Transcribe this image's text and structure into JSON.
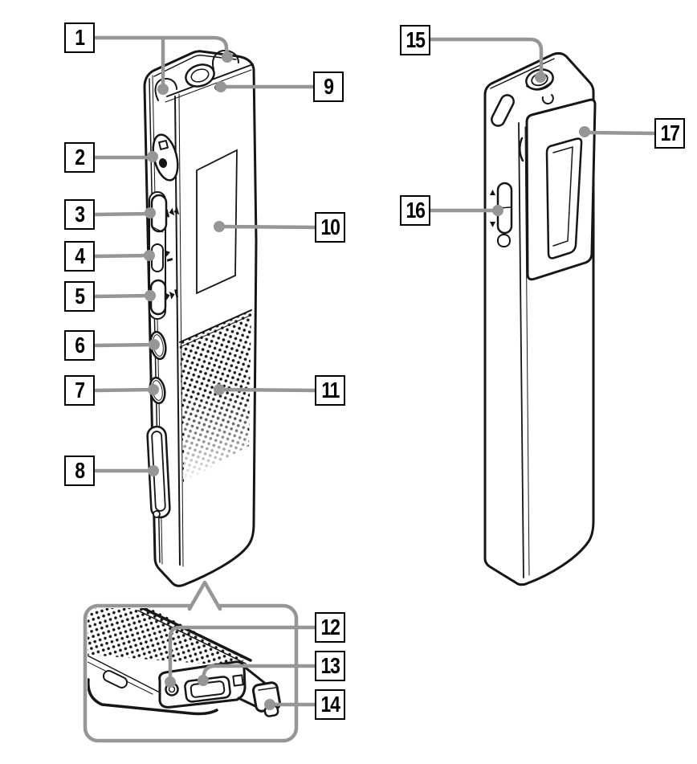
{
  "figure": {
    "kind": "device parts identification diagram",
    "callouts": [
      {
        "label": "1"
      },
      {
        "label": "2"
      },
      {
        "label": "3"
      },
      {
        "label": "4"
      },
      {
        "label": "5"
      },
      {
        "label": "6"
      },
      {
        "label": "7"
      },
      {
        "label": "8"
      },
      {
        "label": "9"
      },
      {
        "label": "10"
      },
      {
        "label": "11"
      },
      {
        "label": "12"
      },
      {
        "label": "13"
      },
      {
        "label": "14"
      },
      {
        "label": "15"
      },
      {
        "label": "16"
      },
      {
        "label": "17"
      }
    ],
    "device_markings": [
      "stop-square",
      "record-dot",
      "review-double-arrow",
      "play-arrow",
      "fast-forward-double-arrow",
      "volume-up-arrow",
      "volume-down-arrow"
    ],
    "colors": {
      "background": "#ffffff",
      "outline_black": "#161616",
      "leader_gray": "#969696",
      "callout_border": "#000000",
      "callout_number": "#000000"
    }
  }
}
